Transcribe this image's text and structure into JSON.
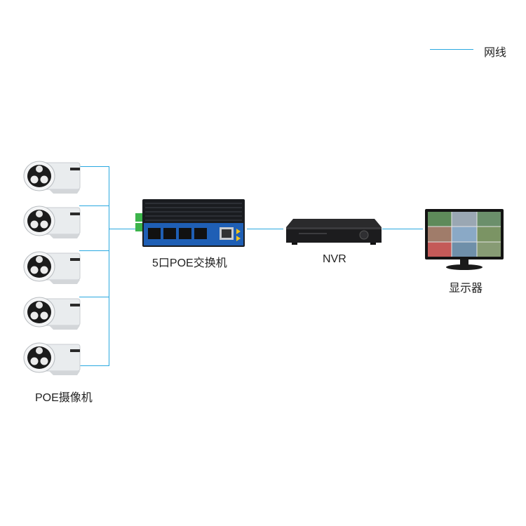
{
  "legend": {
    "line_label": "网线",
    "line_color": "#29a8e0"
  },
  "labels": {
    "cameras": "POE摄像机",
    "switch": "5口POE交换机",
    "nvr": "NVR",
    "monitor": "显示器"
  },
  "camera_count": 5,
  "colors": {
    "wire": "#29a8e0",
    "switch_body": "#1a1c20",
    "switch_panel": "#1f5fb5",
    "terminal": "#3cb44b"
  }
}
